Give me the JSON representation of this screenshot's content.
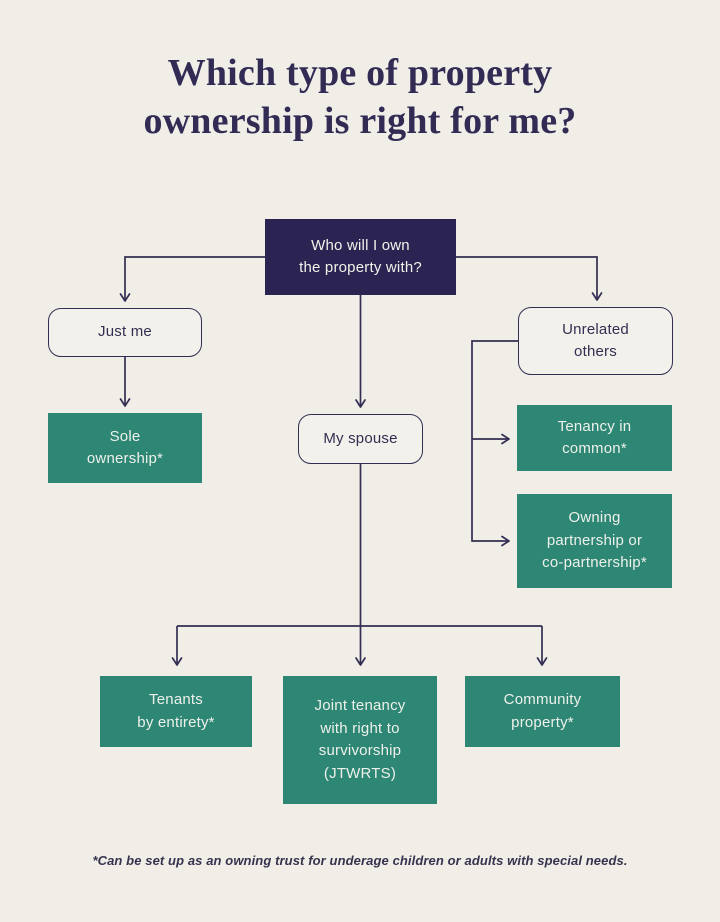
{
  "title": "Which type of property\nownership is right for me?",
  "colors": {
    "background": "#f1eee8",
    "navy_box": "#2b2452",
    "green_box": "#2e8674",
    "line": "#332e52",
    "title_text": "#322c55",
    "light_text": "#edf1ea"
  },
  "flowchart": {
    "root": {
      "label": "Who will I own\nthe property with?"
    },
    "options": [
      {
        "id": "just-me",
        "label": "Just me"
      },
      {
        "id": "my-spouse",
        "label": "My spouse"
      },
      {
        "id": "unrelated-others",
        "label": "Unrelated\nothers"
      }
    ],
    "outcomes": [
      {
        "id": "sole-ownership",
        "label": "Sole\nownership*"
      },
      {
        "id": "tenancy-in-common",
        "label": "Tenancy in\ncommon*"
      },
      {
        "id": "owning-partnership",
        "label": "Owning\npartnership or\nco-partnership*"
      },
      {
        "id": "tenants-by-entirety",
        "label": "Tenants\nby entirety*"
      },
      {
        "id": "joint-tenancy",
        "label": "Joint tenancy\nwith right to\nsurvivorship\n(JTWRTS)"
      },
      {
        "id": "community-property",
        "label": "Community\nproperty*"
      }
    ]
  },
  "footnote": "*Can be set up as an owning trust for underage children or adults with special needs."
}
